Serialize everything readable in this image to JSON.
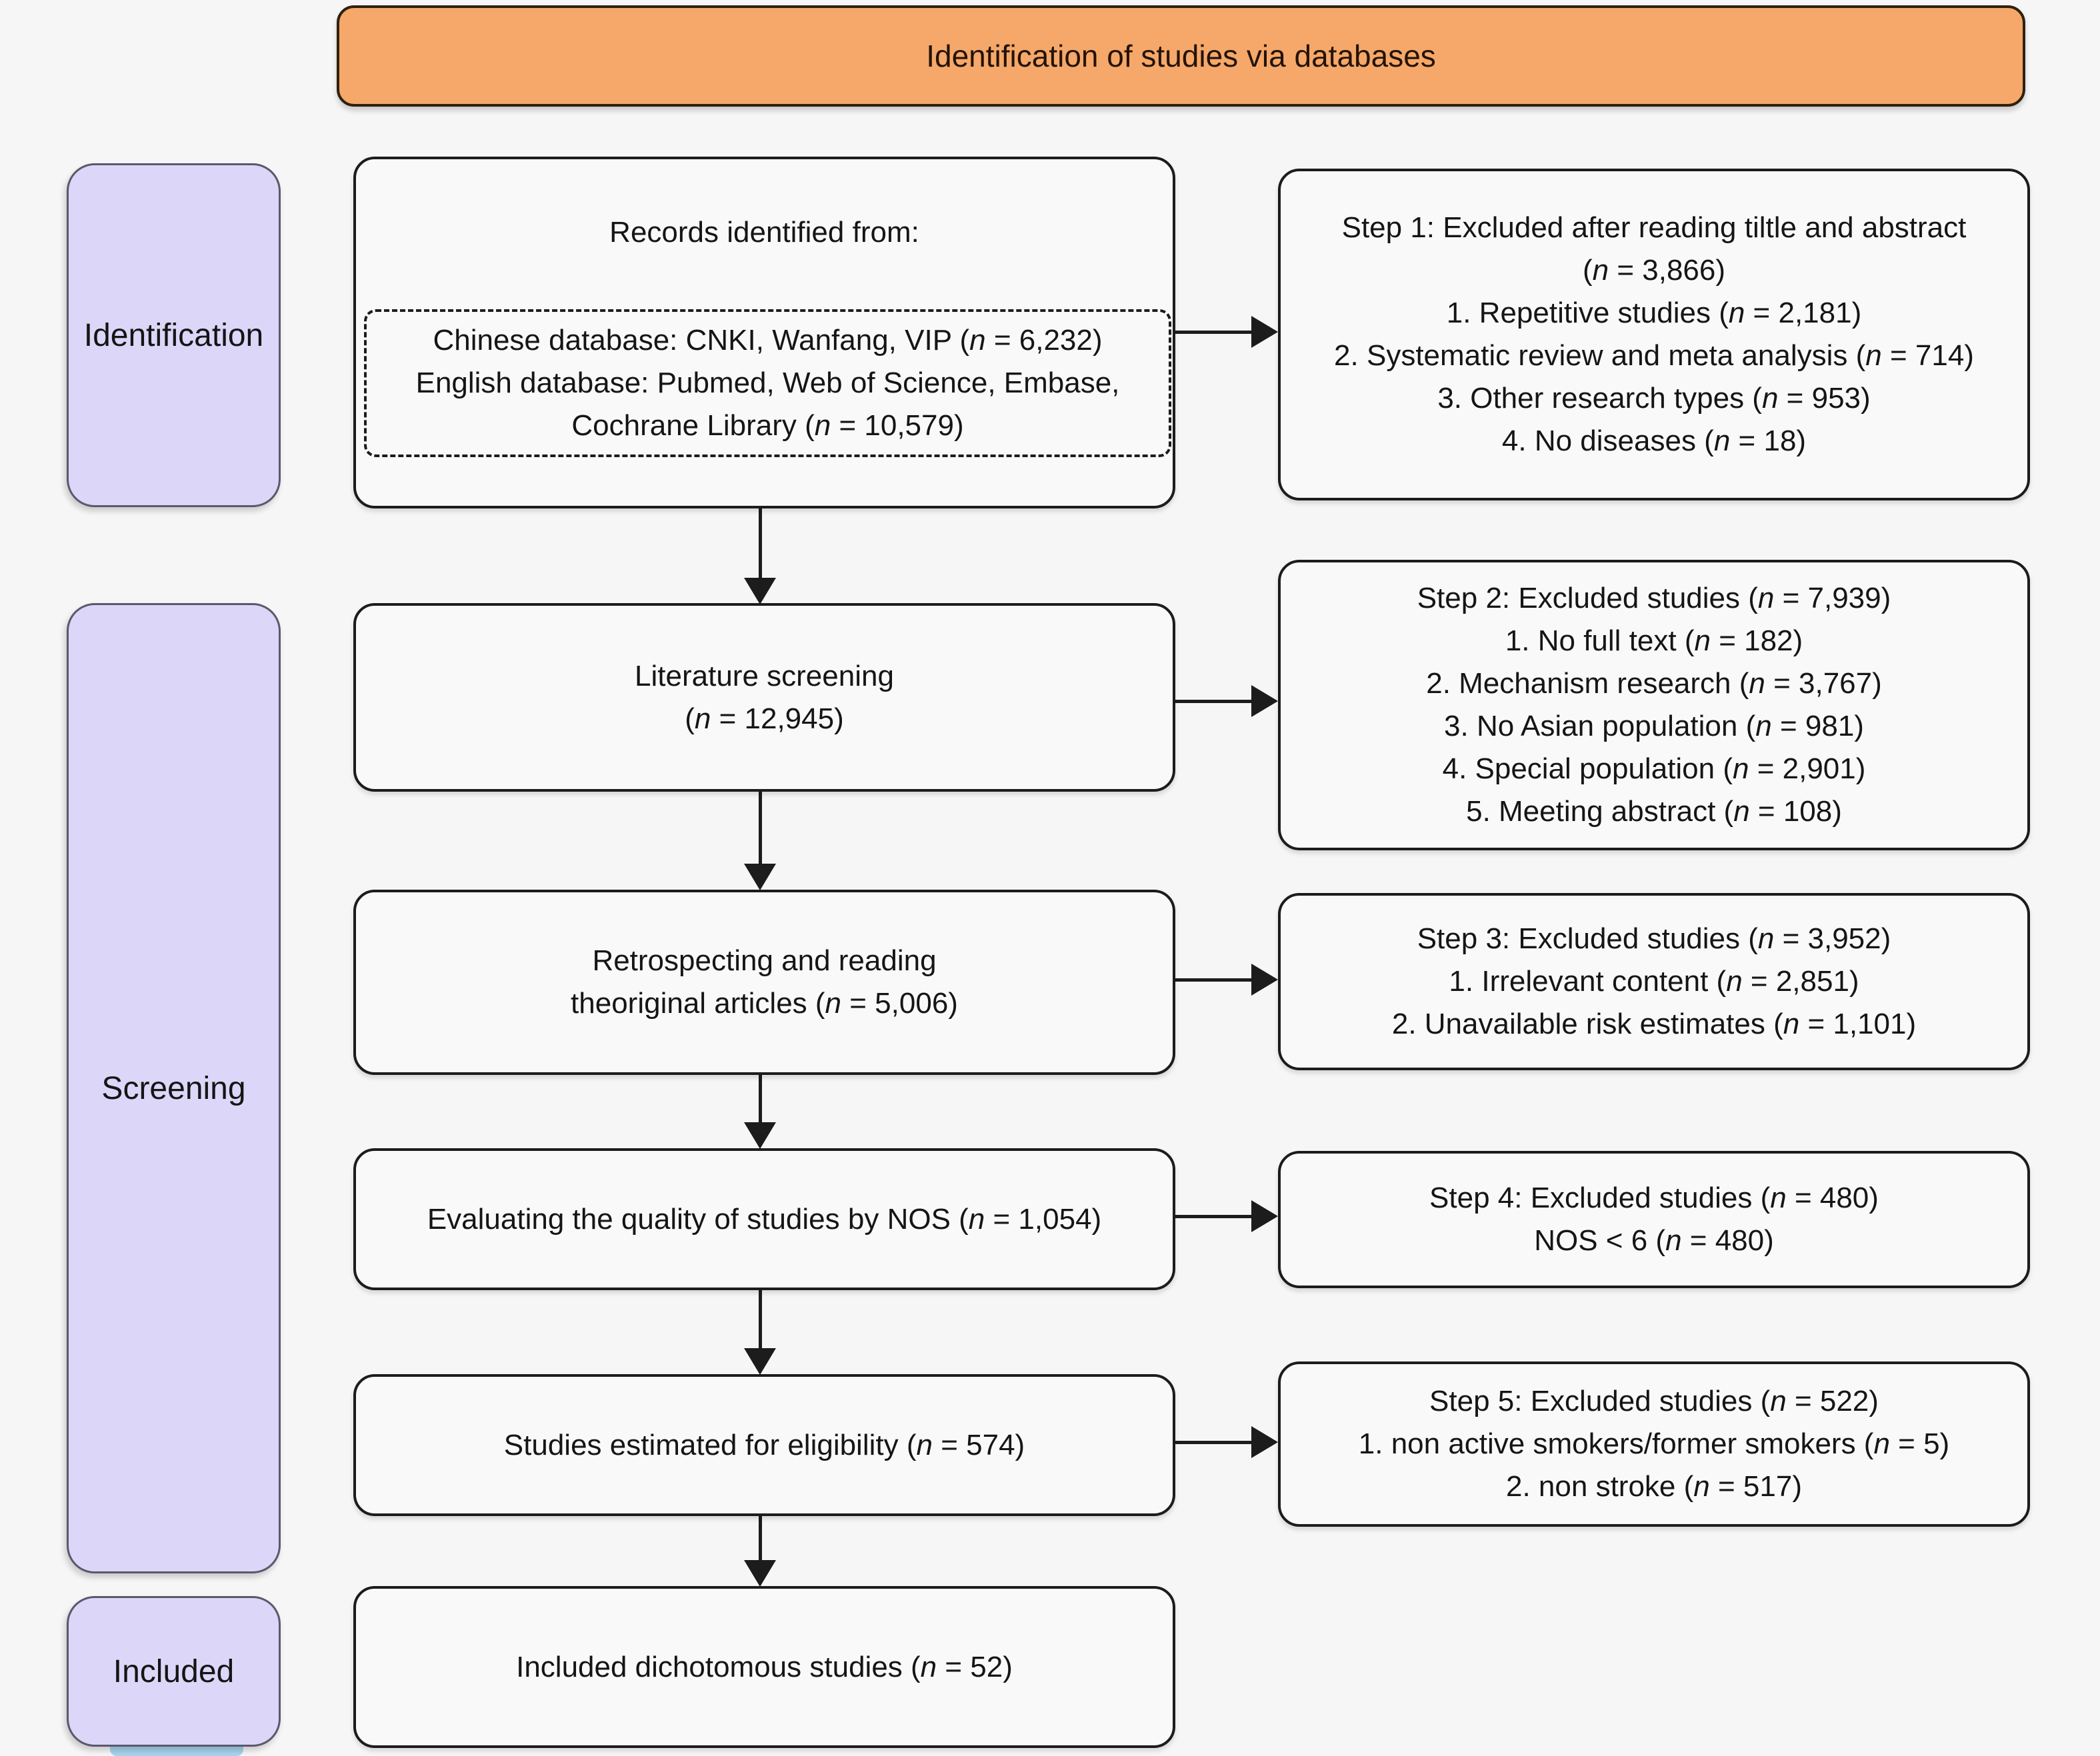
{
  "banner": {
    "title": "Identification of studies via databases",
    "fill": "#F5A869",
    "border_color": "#30200F"
  },
  "sidebar": {
    "fill": "#DCD6F8",
    "peek_color": "#A8D3EF",
    "items": [
      {
        "label": "Identification"
      },
      {
        "label": "Screening"
      },
      {
        "label": "Included"
      }
    ]
  },
  "flow": {
    "records": {
      "title": "Records identified from:",
      "databases": [
        "Chinese database: CNKI, Wanfang, VIP (n = 6,232)",
        "English database: Pubmed, Web of Science, Embase,",
        "Cochrane Library (n = 10,579)"
      ]
    },
    "screening": {
      "lines": [
        "Literature screening",
        "(n = 12,945)"
      ]
    },
    "retrospect": {
      "lines": [
        "Retrospecting and reading",
        "theoriginal articles (n = 5,006)"
      ]
    },
    "nos": {
      "lines": [
        "Evaluating the quality of studies by NOS (n = 1,054)"
      ]
    },
    "eligibility": {
      "lines": [
        "Studies estimated for eligibility (n = 574)"
      ]
    },
    "included": {
      "lines": [
        "Included dichotomous studies (n = 52)"
      ]
    }
  },
  "exclusions": {
    "step1": {
      "lines": [
        "Step 1: Excluded after reading tiltle and abstract",
        "(n = 3,866)",
        "1. Repetitive studies (n = 2,181)",
        "2. Systematic review and meta analysis (n = 714)",
        "3. Other research types (n = 953)",
        "4. No diseases (n = 18)"
      ]
    },
    "step2": {
      "lines": [
        "Step 2: Excluded studies (n = 7,939)",
        "1. No full text (n = 182)",
        "2. Mechanism research (n = 3,767)",
        "3. No Asian population (n = 981)",
        "4. Special population (n = 2,901)",
        "5. Meeting abstract (n = 108)"
      ]
    },
    "step3": {
      "lines": [
        "Step 3: Excluded studies (n = 3,952)",
        "1. Irrelevant content (n = 2,851)",
        "2. Unavailable risk estimates (n = 1,101)"
      ]
    },
    "step4": {
      "lines": [
        "Step 4: Excluded studies (n = 480)",
        "NOS < 6 (n = 480)"
      ]
    },
    "step5": {
      "lines": [
        "Step 5: Excluded studies (n = 522)",
        "1. non active smokers/former smokers (n = 5)",
        "2. non stroke (n = 517)"
      ]
    }
  }
}
